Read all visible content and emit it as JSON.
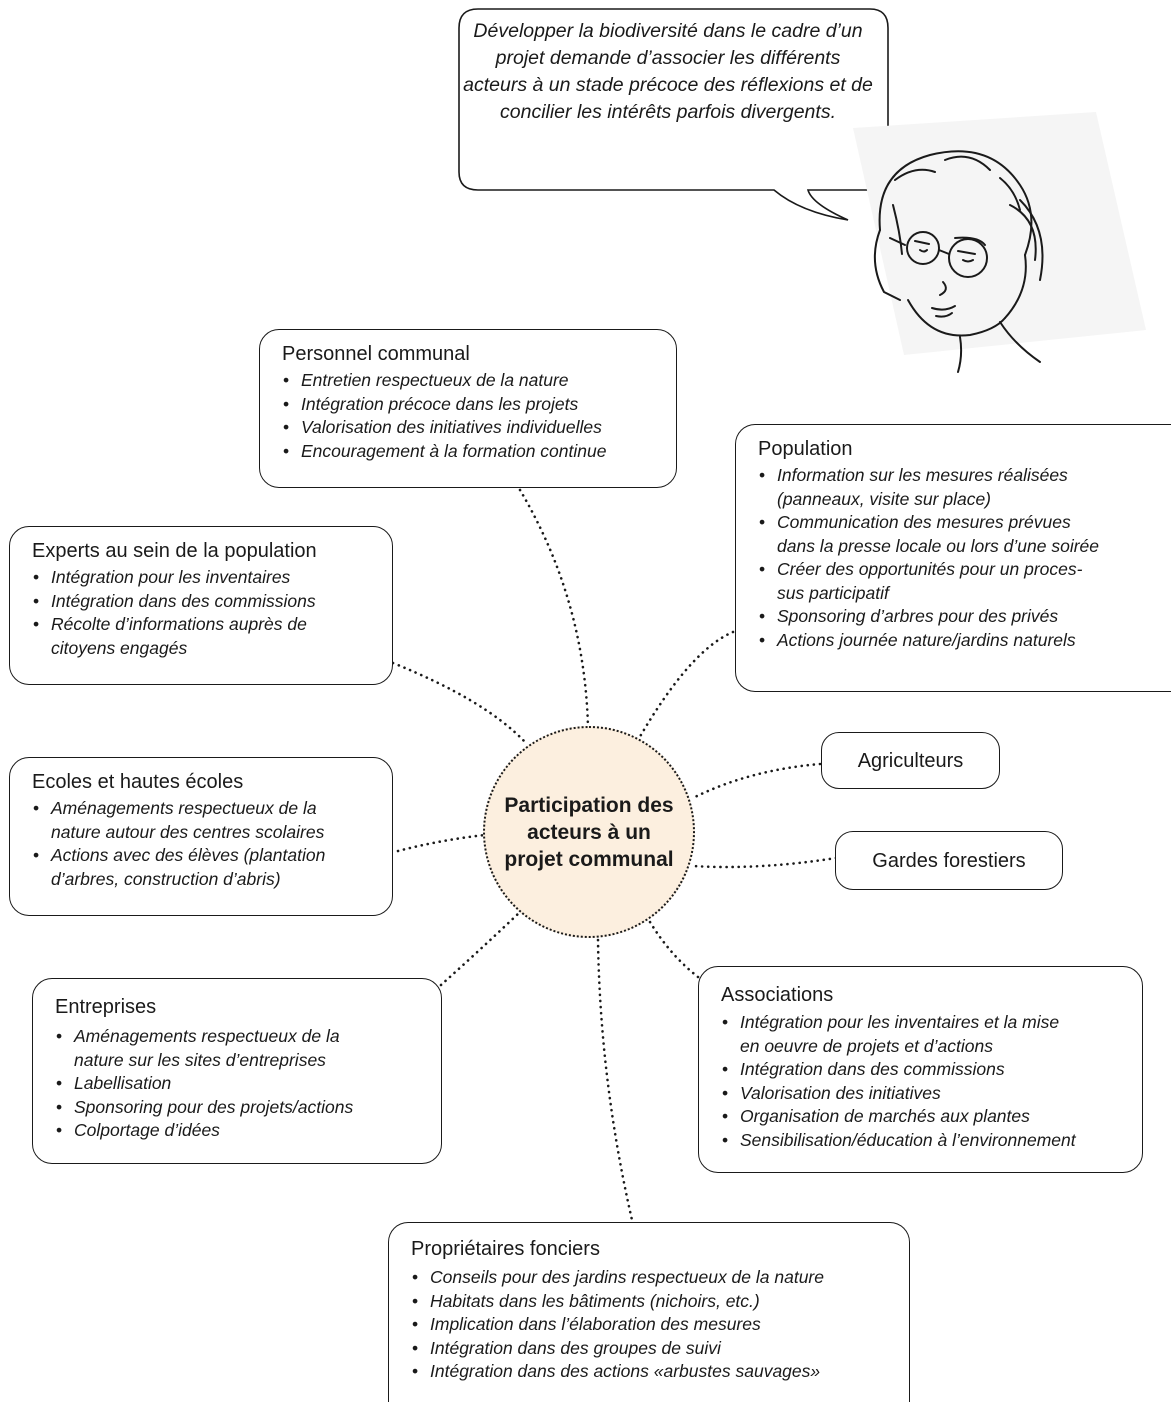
{
  "speech_bubble": {
    "text": "Développer la biodiversité dans le cadre d’un projet demande d’associer les différents acteurs à un stade précoce des réflexions et de concilier les intérêts parfois divergents."
  },
  "hub": {
    "label": "Participation des acteurs à un projet communal"
  },
  "personnel_communal": {
    "title": "Personnel communal",
    "items": [
      "Entretien respectueux de la nature",
      "Intégration précoce dans les projets",
      "Valorisation des initiatives individuelles",
      "Encouragement à la formation continue"
    ]
  },
  "population": {
    "title": "Population",
    "items": [
      "Information sur les mesures réalisées",
      "(panneaux, visite sur place)",
      "Communication des mesures prévues",
      "dans la presse locale ou lors d’une soirée",
      "Créer des opportunités pour un proces-",
      "sus participatif",
      "Sponsoring d’arbres pour des privés",
      "Actions journée nature/jardins naturels"
    ]
  },
  "experts": {
    "title": "Experts au sein de la population",
    "items": [
      "Intégration pour les inventaires",
      "Intégration dans des commissions",
      "Récolte d’informations auprès de",
      "citoyens engagés"
    ]
  },
  "ecoles": {
    "title": "Ecoles et hautes écoles",
    "items": [
      "Aménagements respectueux de la",
      "nature autour des centres scolaires",
      "Actions avec des élèves (plantation",
      "d’arbres, construction d’abris)"
    ]
  },
  "agriculteurs": {
    "title": "Agriculteurs"
  },
  "gardes": {
    "title": "Gardes forestiers"
  },
  "entreprises": {
    "title": "Entreprises",
    "items": [
      "Aménagements respectueux de la",
      "nature sur les sites d’entreprises",
      "Labellisation",
      "Sponsoring pour des projets/actions",
      "Colportage d’idées"
    ]
  },
  "associations": {
    "title": "Associations",
    "items": [
      "Intégration pour les inventaires et la mise",
      "en oeuvre de projets et d’actions",
      "Intégration dans des commissions",
      "Valorisation des initiatives",
      "Organisation de marchés aux plantes",
      "Sensibilisation/éducation à l’environnement"
    ]
  },
  "proprietaires": {
    "title": "Propriétaires fonciers",
    "items": [
      "Conseils pour des jardins respectueux de la nature",
      "Habitats dans les bâtiments (nichoirs, etc.)",
      "Implication dans l’élaboration des mesures",
      "Intégration dans des groupes de suivi",
      "Intégration dans des actions «arbustes sauvages»"
    ]
  },
  "colors": {
    "hub_fill": "#fcefdf",
    "stroke": "#1a1a1a"
  }
}
